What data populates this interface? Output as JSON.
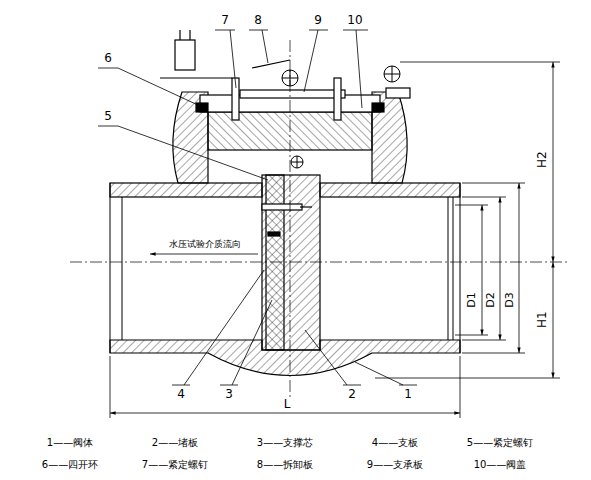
{
  "diagram": {
    "labels": [
      "7",
      "8",
      "9",
      "10",
      "6",
      "5",
      "H2",
      "水压试验介质流向",
      "D1",
      "D2",
      "D3",
      "H1",
      "4",
      "3",
      "2",
      "1",
      "L",
      "1——阀体",
      "2——堵板",
      "3——支撑芯",
      "4——支板",
      "5——紧定螺钉",
      "6——四开环",
      "7——紧定螺钉",
      "8——拆卸板",
      "9——支承板",
      "10——阀盖"
    ]
  }
}
